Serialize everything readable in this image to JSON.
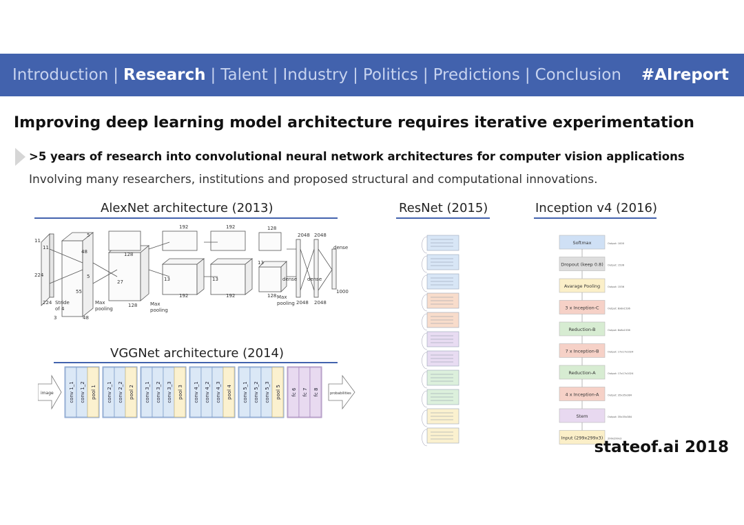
{
  "nav": {
    "items": [
      {
        "label": "Introduction",
        "active": false
      },
      {
        "label": "Research",
        "active": true
      },
      {
        "label": "Talent",
        "active": false
      },
      {
        "label": "Industry",
        "active": false
      },
      {
        "label": "Politics",
        "active": false
      },
      {
        "label": "Predictions",
        "active": false
      },
      {
        "label": "Conclusion",
        "active": false
      }
    ],
    "separator": "|",
    "hashtag": "#AIreport"
  },
  "slide": {
    "title": "Improving deep learning model architecture requires iterative experimentation",
    "bullet": ">5 years of research into convolutional neural network architectures for computer vision applications",
    "subtext": "Involving many researchers, institutions and proposed structural and computational innovations."
  },
  "diagrams": {
    "alexnet": {
      "title": "AlexNet architecture (2013)",
      "labels": {
        "n224a": "224",
        "n224b": "224",
        "n11a": "11",
        "n11b": "11",
        "stride": "Stride",
        "of4": "of 4",
        "n3": "3",
        "n48a": "48",
        "n48b": "48",
        "n55": "55",
        "n5a": "5",
        "n5b": "5",
        "n27": "27",
        "n128a": "128",
        "n128b": "128",
        "n192a": "192",
        "n192b": "192",
        "n192c": "192",
        "n192d": "192",
        "n128c": "128",
        "n128d": "128",
        "n13a": "13",
        "n13b": "13",
        "n13c": "13",
        "maxpool1": "Max",
        "maxpool1b": "pooling",
        "maxpool2": "Max",
        "maxpool2b": "pooling",
        "maxpool3": "Max",
        "maxpool3b": "pooling",
        "n2048a": "2048",
        "n2048b": "2048",
        "n2048c": "2048",
        "n2048d": "2048",
        "dense1": "dense",
        "dense2": "dense",
        "dense3": "dense",
        "n1000": "1000"
      }
    },
    "vggnet": {
      "title": "VGGNet architecture (2014)",
      "input": "image",
      "output": "probabilities",
      "groups": [
        {
          "layers": [
            "conv 1_1",
            "conv 1_2",
            "pool 1"
          ]
        },
        {
          "layers": [
            "conv 2_1",
            "conv 2_2",
            "pool 2"
          ]
        },
        {
          "layers": [
            "conv 3_1",
            "conv 3_2",
            "conv 3_3",
            "pool 3"
          ]
        },
        {
          "layers": [
            "conv 4_1",
            "conv 4_2",
            "conv 4_3",
            "pool 4"
          ]
        },
        {
          "layers": [
            "conv 5_1",
            "conv 5_2",
            "conv 5_3",
            "pool 5"
          ]
        },
        {
          "layers": [
            "fc 6",
            "fc 7",
            "fc 8"
          ]
        }
      ],
      "colors": {
        "conv": "#dbe8f6",
        "pool": "#fbf1cf",
        "fc": "#e8daf0"
      }
    },
    "resnet": {
      "title": "ResNet (2015)",
      "colors": [
        "#d8e6f6",
        "#f8dccb",
        "#e8dcf2",
        "#dcf0dc",
        "#fbf1cf"
      ]
    },
    "inception": {
      "title": "Inception v4 (2016)",
      "blocks": [
        {
          "label": "Softmax",
          "output": "Output: 1000",
          "color": "#cfe0f5"
        },
        {
          "label": "Dropout (keep 0.8)",
          "output": "Output: 1536",
          "color": "#dddddd"
        },
        {
          "label": "Avarage Pooling",
          "output": "Output: 1536",
          "color": "#fbefc8"
        },
        {
          "label": "3 x Inception-C",
          "output": "Output: 8x8x1536",
          "color": "#f6d1c7"
        },
        {
          "label": "Reduction-B",
          "output": "Output: 8x8x1536",
          "color": "#d7ecd2"
        },
        {
          "label": "7 x Inception-B",
          "output": "Output: 17x17x1024",
          "color": "#f6d1c7"
        },
        {
          "label": "Reduction-A",
          "output": "Output: 17x17x1024",
          "color": "#d7ecd2"
        },
        {
          "label": "4 x Inception-A",
          "output": "Output: 35x35x384",
          "color": "#f6d1c7"
        },
        {
          "label": "Stem",
          "output": "Output: 35x35x384",
          "color": "#e8d9f0"
        },
        {
          "label": "Input (299x299x3)",
          "output": "299x299x3",
          "color": "#fbefc8"
        }
      ]
    }
  },
  "footer": "stateof.ai 2018"
}
